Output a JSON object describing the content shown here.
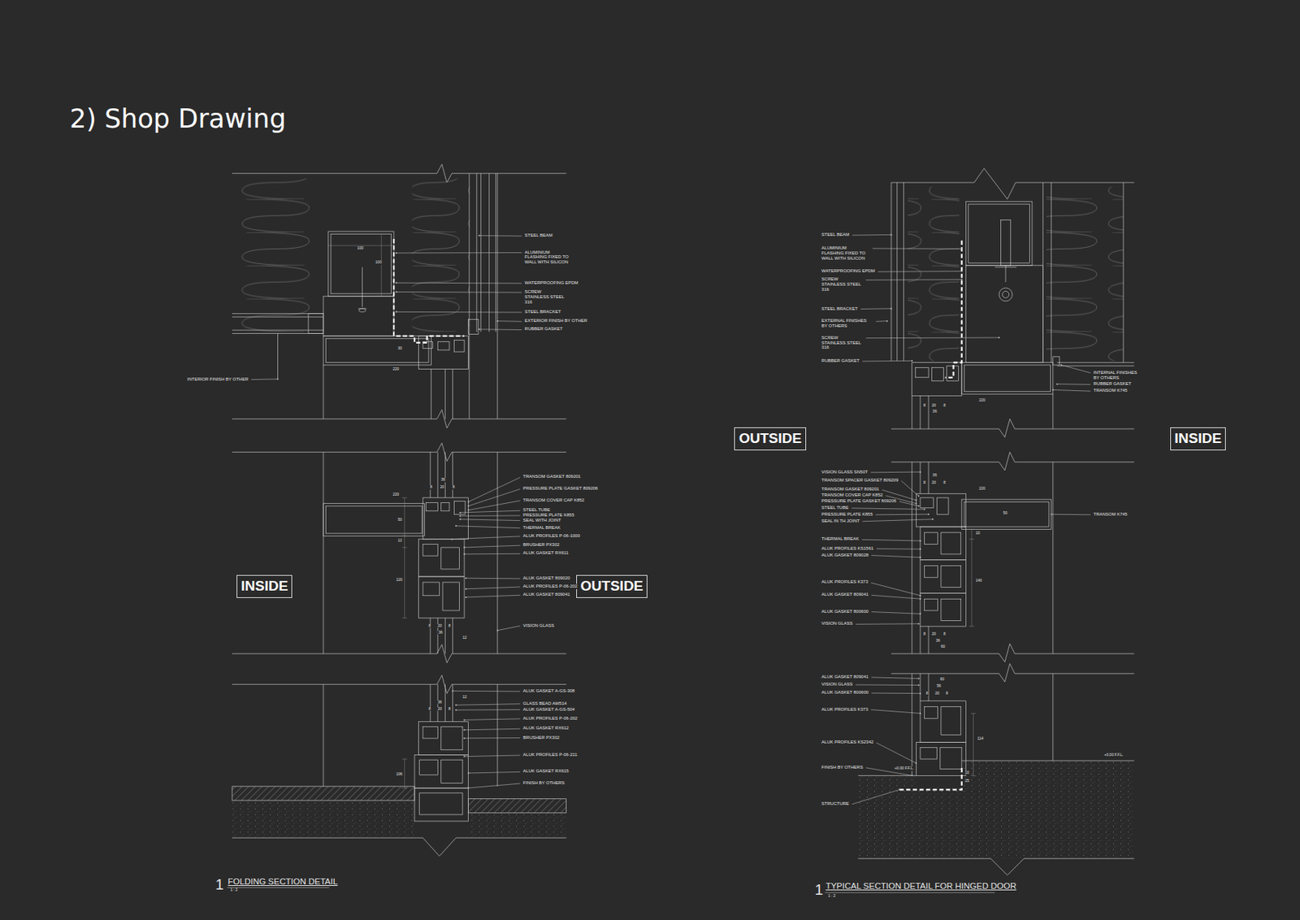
{
  "diagram": {
    "title": "2) Shop Drawing",
    "nodes": [
      {
        "text": [
          "INSIDE"
        ]
      },
      {
        "text": [
          "OUTSIDE"
        ]
      },
      {
        "text": [
          "OUTSIDE"
        ]
      },
      {
        "text": [
          "INSIDE"
        ]
      }
    ],
    "labels": [
      "STEEL BEAM",
      "ALUMINIUM FLASHING FIXED TO WALL WITH SILICON",
      "WATERPROOFING EPDM",
      "SCREW STAINLESS STEEL 316",
      "STEEL BRACKET",
      "EXTERIOR FINISH BY OTHER",
      "RUBBER GASKET",
      "INTERIOR FINISH BY OTHER",
      "100",
      "100",
      "30",
      "220",
      "TRANSOM GASKET 809201",
      "PRESSURE PLATE GASKET 809206",
      "TRANSOM COVER CAP K852",
      "STEEL TUBE",
      "PRESSURE PLATE K855",
      "SEAL WITH JOINT",
      "THERMAL BREAK",
      "ALUK PROFILES P-06-1000",
      "BRUSHER PX302",
      "ALUK GASKET RX611",
      "ALUK GASKET 809020",
      "ALUK PROFILES P-06-202",
      "ALUK GASKET 809041",
      "VISION GLASS",
      "36",
      "8",
      "20",
      "8",
      "220",
      "50",
      "12",
      "120",
      "8",
      "20",
      "8",
      "36",
      "12",
      "ALUK GASKET A-GS-308",
      "GLASS BEAD AW514",
      "ALUK GASKET A-GS-504",
      "ALUK PROFILES P-06-202",
      "ALUK GASKET RX612",
      "BRUSHER PX302",
      "ALUK PROFILES P-06-211",
      "ALUK GASKET RX615",
      "FINISH BY OTHERS",
      "36",
      "8",
      "20",
      "8",
      "12",
      "106",
      "1",
      "FOLDING SECTION DETAIL",
      "1 : 2",
      "STEEL BEAM",
      "ALUMINIUM FLASHING FIXED TO WALL WITH SILICON",
      "WATERPROOFING EPDM",
      "SCREW STAINLESS STEEL 316",
      "STEEL BRACKET",
      "EXTERNAL FINISHES BY OTHERS",
      "SCREW STAINLESS STEEL 316",
      "RUBBER GASKET",
      "INTERNAL FINISHES BY OTHERS",
      "RUBBER GASKET",
      "TRANSOM K745",
      "8",
      "20",
      "8",
      "36",
      "220",
      "VISION GLASS SN50T",
      "TRANSOM SPACER GASKET 809209",
      "TRANSOM GASKET 809201",
      "TRANSOM COVER CAP K852",
      "PRESSURE PLATE GASKET 809206",
      "STEEL TUBE",
      "PRESSURE PLATE K855",
      "SEAL IN TH JOINT",
      "THERMAL BREAK",
      "ALUK PROFILES KS1561",
      "ALUK GASKET 809028",
      "ALUK PROFILES K373",
      "ALUK GASKET 809041",
      "ALUK GASKET 800600",
      "VISION GLASS",
      "TRANSOM K745",
      "36",
      "8",
      "20",
      "8",
      "220",
      "50",
      "10",
      "140",
      "8",
      "20",
      "8",
      "36",
      "60",
      "ALUK GASKET 809041",
      "VISION GLASS",
      "ALUK GASKET 800600",
      "ALUK PROFILES K373",
      "ALUK PROFILES KS2342",
      "FINISH BY OTHERS",
      "STRUCTURE",
      "60",
      "56",
      "8",
      "20",
      "8",
      "114",
      "+0.00 F.F.L.",
      "+0.00 F.F.L.",
      "10",
      "25",
      "1",
      "TYPICAL SECTION DETAIL FOR HINGED DOOR",
      "1 : 2"
    ]
  }
}
